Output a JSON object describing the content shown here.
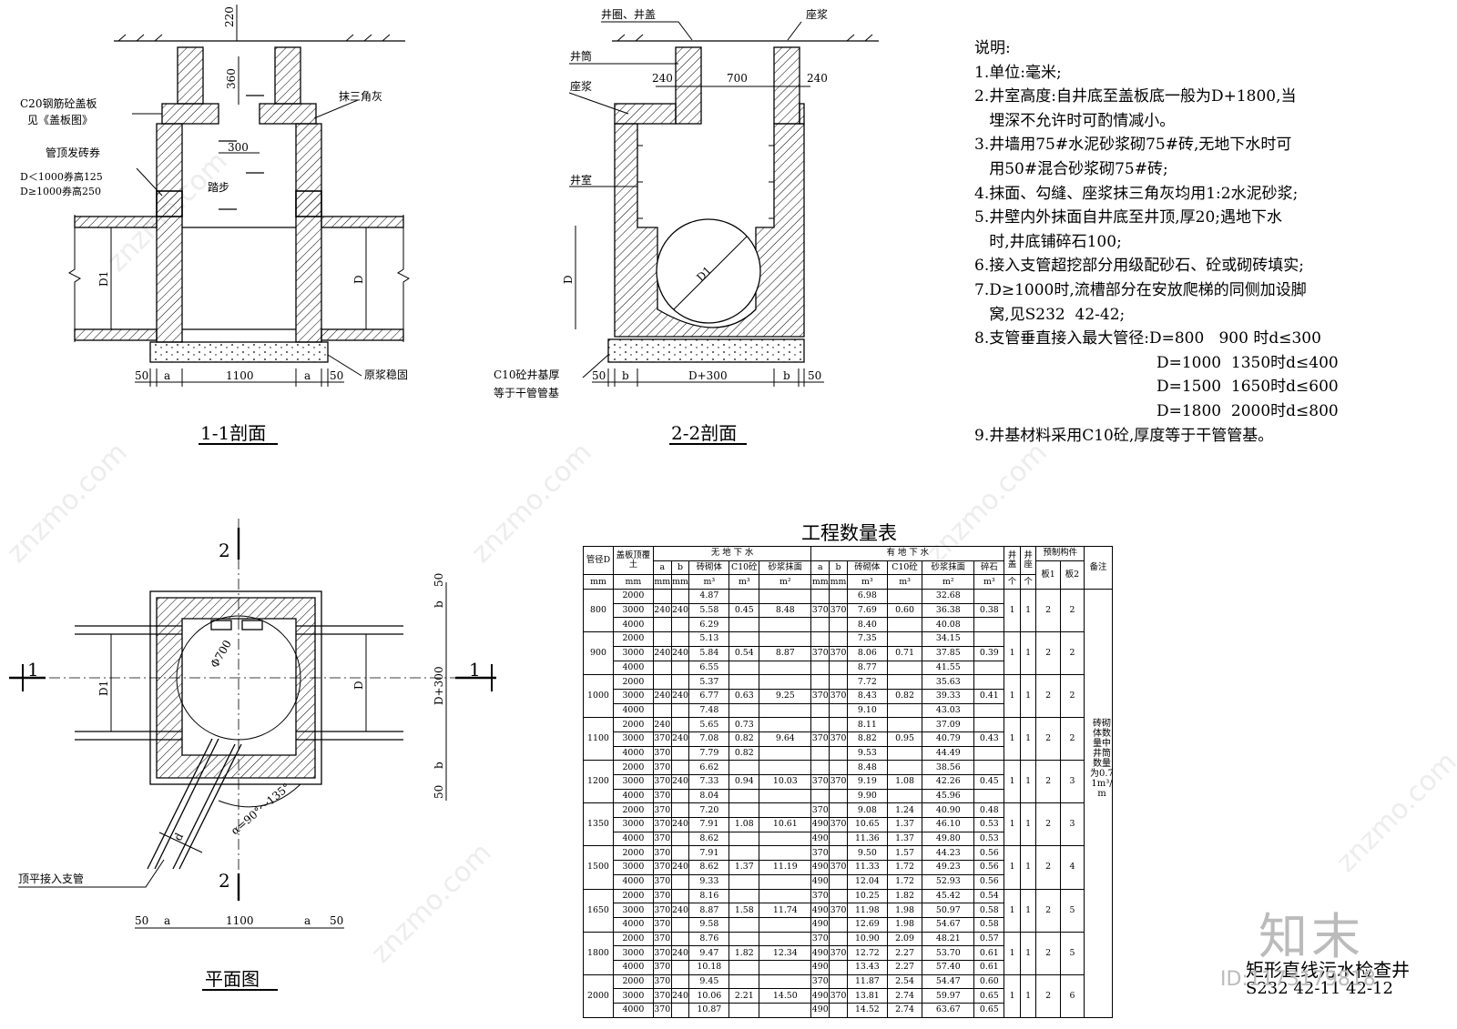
{
  "section_1": {
    "title": "1-1剖面",
    "dim_top": "220",
    "dim_neck": "360",
    "dim_step": "300",
    "label_slab": "C20钢筋砼盖板",
    "label_slab_ref": "见《盖板图》",
    "label_arch": "管顶发砖券",
    "label_arch_1": "D＜1000券高125",
    "label_arch_2": "D≥1000券高250",
    "label_step": "踏步",
    "label_plaster": "抹三角灰",
    "label_grout": "原浆稳固",
    "dim_d1": "D1",
    "dim_d": "D",
    "dims_bottom": [
      "50",
      "a",
      "1100",
      "a",
      "50"
    ]
  },
  "section_2": {
    "title": "2-2剖面",
    "label_cover": "井圈、井盖",
    "label_mortar_top": "座浆",
    "label_shaft": "井筒",
    "label_mortar": "座浆",
    "label_chamber": "井室",
    "label_base_1": "C10砼井基厚",
    "label_base_2": "等于干管管基",
    "dims_top": [
      "240",
      "700",
      "240"
    ],
    "dim_d": "D",
    "dim_d1": "D1",
    "dims_bottom": [
      "50",
      "b",
      "D+300",
      "b",
      "50"
    ]
  },
  "plan": {
    "title": "平面图",
    "cut_1": "1",
    "cut_2": "2",
    "dim_phi": "Φ700",
    "dim_d1": "D1",
    "dim_d": "D",
    "dim_d300": "D+300",
    "dims_right": [
      "50",
      "b",
      "b",
      "50"
    ],
    "angle": "α=90°～135°",
    "branch_d": "d",
    "label_branch": "顶平接入支管",
    "dims_bottom": [
      "50",
      "a",
      "1100",
      "a",
      "50"
    ]
  },
  "notes": {
    "heading": "说明:",
    "lines": [
      "1.单位:毫米;",
      "2.井室高度:自井底至盖板底一般为D+1800,当",
      "   埋深不允许时可酌情减小。",
      "3.井墙用75#水泥砂浆砌75#砖,无地下水时可",
      "   用50#混合砂浆砌75#砖;",
      "4.抹面、勾缝、座浆抹三角灰均用1:2水泥砂浆;",
      "5.井壁内外抹面自井底至井顶,厚20;遇地下水",
      "   时,井底铺碎石100;",
      "6.接入支管超挖部分用级配砂石、砼或砌砖填实;",
      "7.D≥1000时,流槽部分在安放爬梯的同侧加设脚",
      "   窝,见S232  42-42;",
      "8.支管垂直接入最大管径:D=800   900 时d≤300",
      "                                     D=1000  1350时d≤400",
      "                                     D=1500  1650时d≤600",
      "                                     D=1800  2000时d≤800",
      "9.井基材料采用C10砼,厚度等于干管管基。"
    ]
  },
  "quantity_table": {
    "title": "工程数量表",
    "h_pipe": "管径D",
    "h_cover": "盖板顶覆土",
    "h_dry": "无 地 下 水",
    "h_wet": "有 地 下 水",
    "h_lid": "井盖",
    "h_seat": "井座",
    "h_precast": "预制构件",
    "h_remark": "备注",
    "h_a": "a",
    "h_b": "b",
    "h_brick": "砖砌体",
    "h_c10": "C10砼",
    "h_mortar": "砂浆抹面",
    "h_gravel": "碎石",
    "h_ge": "个",
    "h_plate1": "板1",
    "h_plate2": "板2",
    "u_mm": "mm",
    "u_m3": "m³",
    "u_m2": "m²",
    "groups": [
      {
        "d": "800",
        "rows": [
          [
            "2000",
            "",
            "",
            "4.87",
            "",
            "",
            "",
            "",
            "6.98",
            "",
            "32.68",
            ""
          ],
          [
            "3000",
            "240",
            "240",
            "5.58",
            "0.45",
            "8.48",
            "370",
            "370",
            "7.69",
            "0.60",
            "36.38",
            "0.38"
          ],
          [
            "4000",
            "",
            "",
            "6.29",
            "",
            "",
            "",
            "",
            "8.40",
            "",
            "40.08",
            ""
          ]
        ],
        "lid": "1",
        "seat": "1",
        "p1": "2",
        "p2": "2"
      },
      {
        "d": "900",
        "rows": [
          [
            "2000",
            "",
            "",
            "5.13",
            "",
            "",
            "",
            "",
            "7.35",
            "",
            "34.15",
            ""
          ],
          [
            "3000",
            "240",
            "240",
            "5.84",
            "0.54",
            "8.87",
            "370",
            "370",
            "8.06",
            "0.71",
            "37.85",
            "0.39"
          ],
          [
            "4000",
            "",
            "",
            "6.55",
            "",
            "",
            "",
            "",
            "8.77",
            "",
            "41.55",
            ""
          ]
        ],
        "lid": "1",
        "seat": "1",
        "p1": "2",
        "p2": "2"
      },
      {
        "d": "1000",
        "rows": [
          [
            "2000",
            "",
            "",
            "5.37",
            "",
            "",
            "",
            "",
            "7.72",
            "",
            "35.63",
            ""
          ],
          [
            "3000",
            "240",
            "240",
            "6.77",
            "0.63",
            "9.25",
            "370",
            "370",
            "8.43",
            "0.82",
            "39.33",
            "0.41"
          ],
          [
            "4000",
            "",
            "",
            "7.48",
            "",
            "",
            "",
            "",
            "9.10",
            "",
            "43.03",
            ""
          ]
        ],
        "lid": "1",
        "seat": "1",
        "p1": "2",
        "p2": "2"
      },
      {
        "d": "1100",
        "rows": [
          [
            "2000",
            "240",
            "",
            "5.65",
            "0.73",
            "",
            "",
            "",
            "8.11",
            "",
            "37.09",
            ""
          ],
          [
            "3000",
            "370",
            "240",
            "7.08",
            "0.82",
            "9.64",
            "370",
            "370",
            "8.82",
            "0.95",
            "40.79",
            "0.43"
          ],
          [
            "4000",
            "370",
            "",
            "7.79",
            "0.82",
            "",
            "",
            "",
            "9.53",
            "",
            "44.49",
            ""
          ]
        ],
        "lid": "1",
        "seat": "1",
        "p1": "2",
        "p2": "2"
      },
      {
        "d": "1200",
        "rows": [
          [
            "2000",
            "370",
            "",
            "6.62",
            "",
            "",
            "",
            "",
            "8.48",
            "",
            "38.56",
            ""
          ],
          [
            "3000",
            "370",
            "240",
            "7.33",
            "0.94",
            "10.03",
            "370",
            "370",
            "9.19",
            "1.08",
            "42.26",
            "0.45"
          ],
          [
            "4000",
            "370",
            "",
            "8.04",
            "",
            "",
            "",
            "",
            "9.90",
            "",
            "45.96",
            ""
          ]
        ],
        "lid": "1",
        "seat": "1",
        "p1": "2",
        "p2": "3"
      },
      {
        "d": "1350",
        "rows": [
          [
            "2000",
            "370",
            "",
            "7.20",
            "",
            "",
            "370",
            "",
            "9.08",
            "1.24",
            "40.90",
            "0.48"
          ],
          [
            "3000",
            "370",
            "240",
            "7.91",
            "1.08",
            "10.61",
            "490",
            "370",
            "10.65",
            "1.37",
            "46.10",
            "0.53"
          ],
          [
            "4000",
            "370",
            "",
            "8.62",
            "",
            "",
            "490",
            "",
            "11.36",
            "1.37",
            "49.80",
            "0.53"
          ]
        ],
        "lid": "1",
        "seat": "1",
        "p1": "2",
        "p2": "3"
      },
      {
        "d": "1500",
        "rows": [
          [
            "2000",
            "370",
            "",
            "7.91",
            "",
            "",
            "370",
            "",
            "9.50",
            "1.57",
            "44.23",
            "0.56"
          ],
          [
            "3000",
            "370",
            "240",
            "8.62",
            "1.37",
            "11.19",
            "490",
            "370",
            "11.33",
            "1.72",
            "49.23",
            "0.56"
          ],
          [
            "4000",
            "370",
            "",
            "9.33",
            "",
            "",
            "490",
            "",
            "12.04",
            "1.72",
            "52.93",
            "0.56"
          ]
        ],
        "lid": "1",
        "seat": "1",
        "p1": "2",
        "p2": "4"
      },
      {
        "d": "1650",
        "rows": [
          [
            "2000",
            "370",
            "",
            "8.16",
            "",
            "",
            "370",
            "",
            "10.25",
            "1.82",
            "45.42",
            "0.54"
          ],
          [
            "3000",
            "370",
            "240",
            "8.87",
            "1.58",
            "11.74",
            "490",
            "370",
            "11.98",
            "1.98",
            "50.97",
            "0.58"
          ],
          [
            "4000",
            "370",
            "",
            "9.58",
            "",
            "",
            "490",
            "",
            "12.69",
            "1.98",
            "54.67",
            "0.58"
          ]
        ],
        "lid": "1",
        "seat": "1",
        "p1": "2",
        "p2": "5"
      },
      {
        "d": "1800",
        "rows": [
          [
            "2000",
            "370",
            "",
            "8.76",
            "",
            "",
            "370",
            "",
            "10.90",
            "2.09",
            "48.21",
            "0.57"
          ],
          [
            "3000",
            "370",
            "240",
            "9.47",
            "1.82",
            "12.34",
            "490",
            "370",
            "12.72",
            "2.27",
            "53.70",
            "0.61"
          ],
          [
            "4000",
            "370",
            "",
            "10.18",
            "",
            "",
            "490",
            "",
            "13.43",
            "2.27",
            "57.40",
            "0.61"
          ]
        ],
        "lid": "1",
        "seat": "1",
        "p1": "2",
        "p2": "5"
      },
      {
        "d": "2000",
        "rows": [
          [
            "2000",
            "370",
            "",
            "9.45",
            "",
            "",
            "370",
            "",
            "11.87",
            "2.54",
            "54.47",
            "0.60"
          ],
          [
            "3000",
            "370",
            "240",
            "10.06",
            "2.21",
            "14.50",
            "490",
            "370",
            "13.81",
            "2.74",
            "59.97",
            "0.65"
          ],
          [
            "4000",
            "370",
            "",
            "10.87",
            "",
            "",
            "490",
            "",
            "14.52",
            "2.74",
            "63.67",
            "0.65"
          ]
        ],
        "lid": "1",
        "seat": "1",
        "p1": "2",
        "p2": "6"
      }
    ],
    "remark": "砖砌体数量中井筒数量为0.71m³/m"
  },
  "title_block": {
    "logo": "知末",
    "name": "矩形直线污水检查井",
    "code": "S232  42-11 42-12",
    "id": "ID:1173179818"
  },
  "watermark": "znzmo.com"
}
